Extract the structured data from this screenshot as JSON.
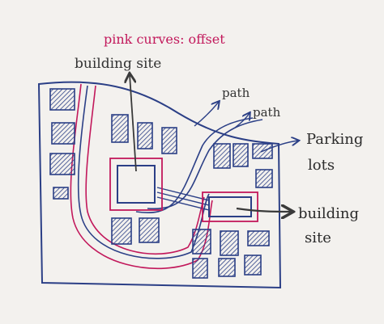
{
  "diagram": {
    "title": "pink curves: offset",
    "labels": {
      "building_site_top": "building site",
      "path_1": "path",
      "path_2": "path",
      "parking_line1": "Parking",
      "parking_line2": "lots",
      "building_site_right_line1": "building",
      "building_site_right_line2": "site"
    },
    "colors": {
      "paper": "#f3f1ee",
      "ink_blue": "#2b3f86",
      "ink_pink": "#c2185b",
      "ink_dark": "#3a3a3a"
    }
  }
}
